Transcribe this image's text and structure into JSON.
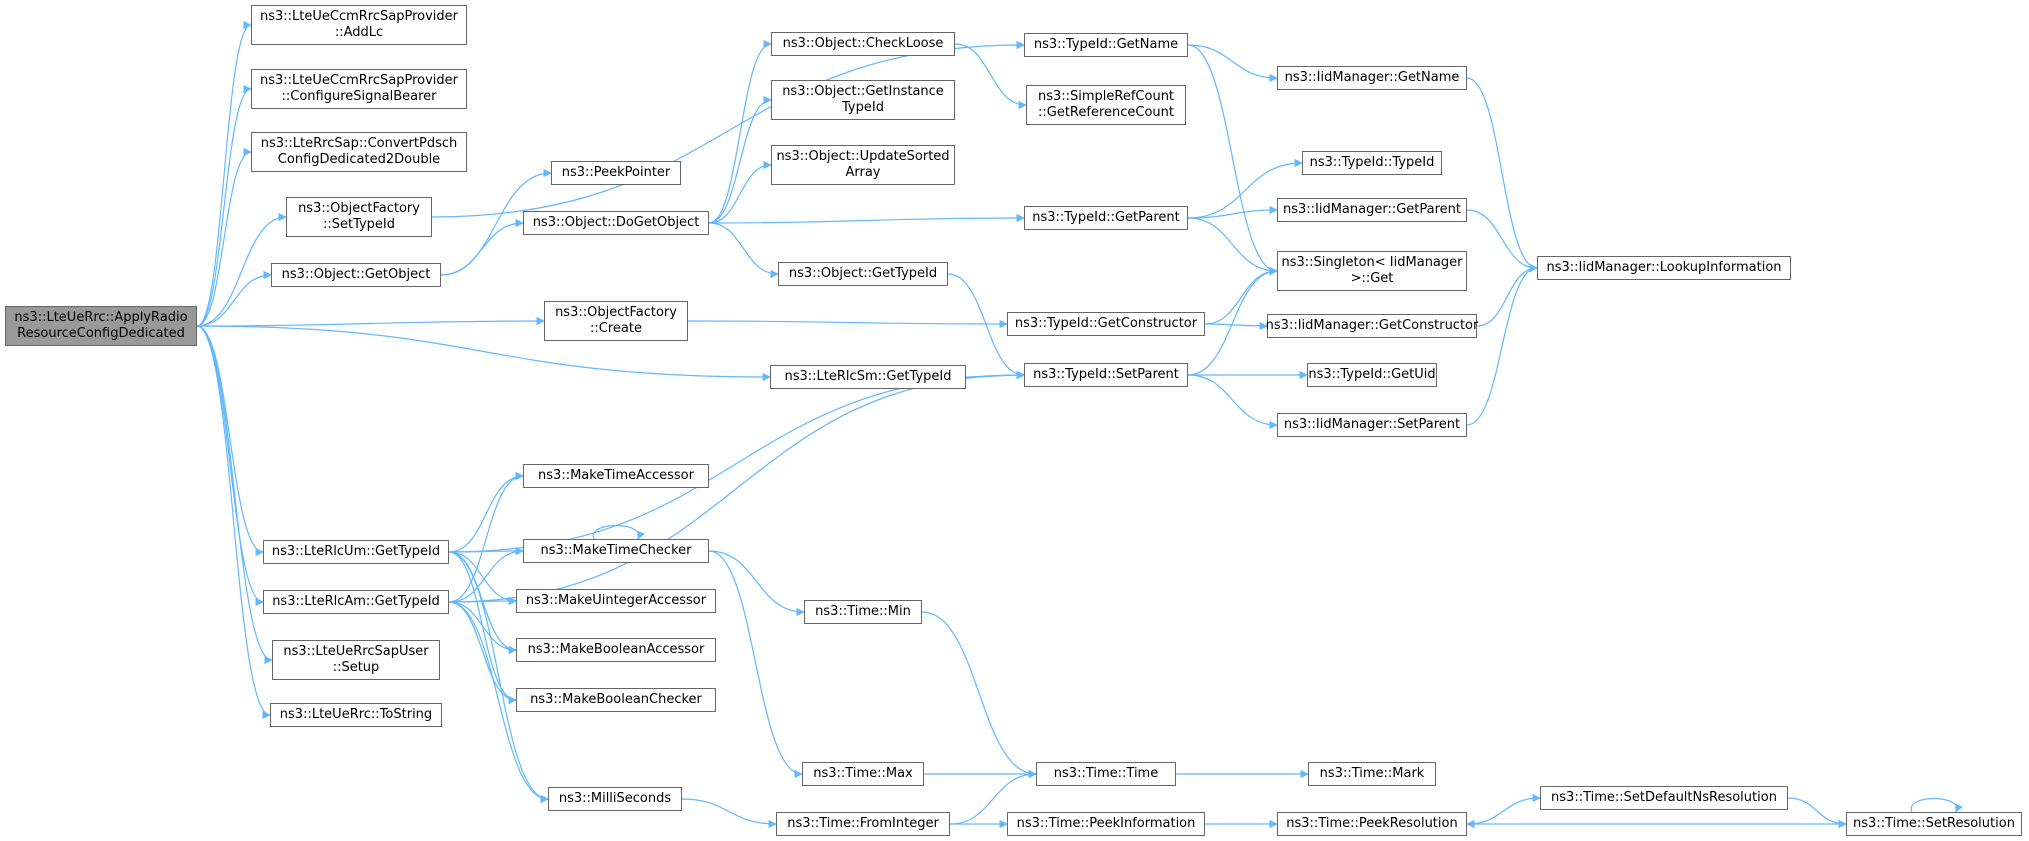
{
  "graph": {
    "edge_color": "#63b8ff",
    "root_fill": "#999999",
    "node_border": "#666666",
    "nodes": [
      {
        "id": "root",
        "label": "ns3::LteUeRrc::ApplyRadio\nResourceConfigDedicated"
      },
      {
        "id": "addlc",
        "label": "ns3::LteUeCcmRrcSapProvider\n::AddLc"
      },
      {
        "id": "configsb",
        "label": "ns3::LteUeCcmRrcSapProvider\n::ConfigureSignalBearer"
      },
      {
        "id": "convert",
        "label": "ns3::LteRrcSap::ConvertPdsch\nConfigDedicated2Double"
      },
      {
        "id": "ofsettype",
        "label": "ns3::ObjectFactory\n::SetTypeId"
      },
      {
        "id": "getobject",
        "label": "ns3::Object::GetObject"
      },
      {
        "id": "ofcreate",
        "label": "ns3::ObjectFactory\n::Create"
      },
      {
        "id": "rlcsm",
        "label": "ns3::LteRlcSm::GetTypeId"
      },
      {
        "id": "rlcum",
        "label": "ns3::LteRlcUm::GetTypeId"
      },
      {
        "id": "rlcam",
        "label": "ns3::LteRlcAm::GetTypeId"
      },
      {
        "id": "setup",
        "label": "ns3::LteUeRrcSapUser\n::Setup"
      },
      {
        "id": "tostring",
        "label": "ns3::LteUeRrc::ToString"
      },
      {
        "id": "peekptr",
        "label": "ns3::PeekPointer"
      },
      {
        "id": "dogetobj",
        "label": "ns3::Object::DoGetObject"
      },
      {
        "id": "checkloose",
        "label": "ns3::Object::CheckLoose"
      },
      {
        "id": "getinst",
        "label": "ns3::Object::GetInstance\nTypeId"
      },
      {
        "id": "updsorted",
        "label": "ns3::Object::UpdateSorted\nArray"
      },
      {
        "id": "objgettid",
        "label": "ns3::Object::GetTypeId"
      },
      {
        "id": "mktimeacc",
        "label": "ns3::MakeTimeAccessor"
      },
      {
        "id": "mktimechk",
        "label": "ns3::MakeTimeChecker"
      },
      {
        "id": "mkuintacc",
        "label": "ns3::MakeUintegerAccessor"
      },
      {
        "id": "mkboolacc",
        "label": "ns3::MakeBooleanAccessor"
      },
      {
        "id": "mkboolchk",
        "label": "ns3::MakeBooleanChecker"
      },
      {
        "id": "millisec",
        "label": "ns3::MilliSeconds"
      },
      {
        "id": "tidgetname",
        "label": "ns3::TypeId::GetName"
      },
      {
        "id": "refcount",
        "label": "ns3::SimpleRefCount\n::GetReferenceCount"
      },
      {
        "id": "tidgetparent",
        "label": "ns3::TypeId::GetParent"
      },
      {
        "id": "tidgetctor",
        "label": "ns3::TypeId::GetConstructor"
      },
      {
        "id": "tidsetparent",
        "label": "ns3::TypeId::SetParent"
      },
      {
        "id": "timemin",
        "label": "ns3::Time::Min"
      },
      {
        "id": "timemax",
        "label": "ns3::Time::Max"
      },
      {
        "id": "timetime",
        "label": "ns3::Time::Time"
      },
      {
        "id": "fromint",
        "label": "ns3::Time::FromInteger"
      },
      {
        "id": "peekinfo",
        "label": "ns3::Time::PeekInformation"
      },
      {
        "id": "iidgetname",
        "label": "ns3::IidManager::GetName"
      },
      {
        "id": "tidtypeid",
        "label": "ns3::TypeId::TypeId"
      },
      {
        "id": "iidgetparent",
        "label": "ns3::IidManager::GetParent"
      },
      {
        "id": "singleton",
        "label": "ns3::Singleton< IidManager\n>::Get"
      },
      {
        "id": "iidgetctor",
        "label": "ns3::IidManager::GetConstructor"
      },
      {
        "id": "tidgetuid",
        "label": "ns3::TypeId::GetUid"
      },
      {
        "id": "iidsetparent",
        "label": "ns3::IidManager::SetParent"
      },
      {
        "id": "timemark",
        "label": "ns3::Time::Mark"
      },
      {
        "id": "peekres",
        "label": "ns3::Time::PeekResolution"
      },
      {
        "id": "setdefres",
        "label": "ns3::Time::SetDefaultNsResolution"
      },
      {
        "id": "setres",
        "label": "ns3::Time::SetResolution"
      },
      {
        "id": "lookup",
        "label": "ns3::IidManager::LookupInformation"
      }
    ],
    "edges": [
      [
        "root",
        "addlc"
      ],
      [
        "root",
        "configsb"
      ],
      [
        "root",
        "convert"
      ],
      [
        "root",
        "ofsettype"
      ],
      [
        "root",
        "getobject"
      ],
      [
        "root",
        "ofcreate"
      ],
      [
        "root",
        "rlcsm"
      ],
      [
        "root",
        "rlcum"
      ],
      [
        "root",
        "rlcam"
      ],
      [
        "root",
        "setup"
      ],
      [
        "root",
        "tostring"
      ],
      [
        "ofsettype",
        "tidgetname"
      ],
      [
        "getobject",
        "peekptr"
      ],
      [
        "getobject",
        "dogetobj"
      ],
      [
        "dogetobj",
        "checkloose"
      ],
      [
        "dogetobj",
        "getinst"
      ],
      [
        "dogetobj",
        "updsorted"
      ],
      [
        "dogetobj",
        "objgettid"
      ],
      [
        "dogetobj",
        "tidgetparent"
      ],
      [
        "checkloose",
        "refcount"
      ],
      [
        "objgettid",
        "tidsetparent"
      ],
      [
        "ofcreate",
        "tidgetctor"
      ],
      [
        "rlcsm",
        "tidsetparent"
      ],
      [
        "rlcum",
        "tidsetparent"
      ],
      [
        "rlcum",
        "mktimeacc"
      ],
      [
        "rlcum",
        "mktimechk"
      ],
      [
        "rlcum",
        "mkuintacc"
      ],
      [
        "rlcum",
        "mkboolacc"
      ],
      [
        "rlcum",
        "mkboolchk"
      ],
      [
        "rlcum",
        "millisec"
      ],
      [
        "rlcam",
        "tidsetparent"
      ],
      [
        "rlcam",
        "mktimeacc"
      ],
      [
        "rlcam",
        "mktimechk"
      ],
      [
        "rlcam",
        "mkuintacc"
      ],
      [
        "rlcam",
        "mkboolacc"
      ],
      [
        "rlcam",
        "mkboolchk"
      ],
      [
        "rlcam",
        "millisec"
      ],
      [
        "mktimechk",
        "mktimechk"
      ],
      [
        "mktimechk",
        "timemin"
      ],
      [
        "mktimechk",
        "timemax"
      ],
      [
        "timemin",
        "timetime"
      ],
      [
        "timemax",
        "timetime"
      ],
      [
        "millisec",
        "fromint"
      ],
      [
        "fromint",
        "timetime"
      ],
      [
        "fromint",
        "peekinfo"
      ],
      [
        "timetime",
        "timemark"
      ],
      [
        "peekinfo",
        "peekres"
      ],
      [
        "peekres",
        "setdefres"
      ],
      [
        "setdefres",
        "setres"
      ],
      [
        "setres",
        "peekres"
      ],
      [
        "setres",
        "setres"
      ],
      [
        "tidgetname",
        "iidgetname"
      ],
      [
        "tidgetname",
        "singleton"
      ],
      [
        "tidgetparent",
        "tidtypeid"
      ],
      [
        "tidgetparent",
        "iidgetparent"
      ],
      [
        "tidgetparent",
        "singleton"
      ],
      [
        "tidgetctor",
        "singleton"
      ],
      [
        "tidgetctor",
        "iidgetctor"
      ],
      [
        "tidsetparent",
        "singleton"
      ],
      [
        "tidsetparent",
        "tidgetuid"
      ],
      [
        "tidsetparent",
        "iidsetparent"
      ],
      [
        "iidgetname",
        "lookup"
      ],
      [
        "iidgetparent",
        "lookup"
      ],
      [
        "iidgetctor",
        "lookup"
      ],
      [
        "iidsetparent",
        "lookup"
      ]
    ]
  }
}
